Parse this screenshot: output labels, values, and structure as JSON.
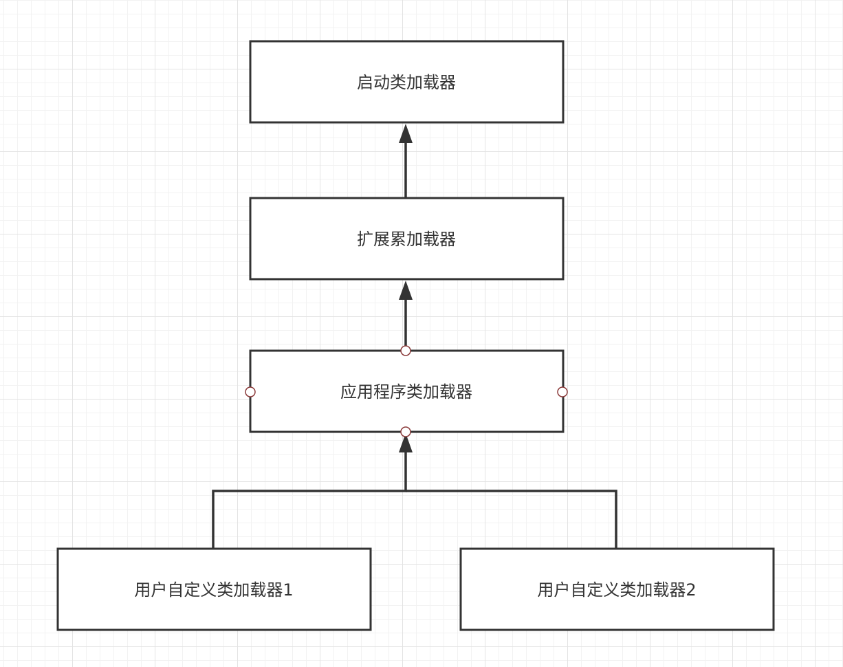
{
  "nodes": {
    "bootstrap": {
      "label": "启动类加载器"
    },
    "extension": {
      "label": "扩展累加载器"
    },
    "application": {
      "label": "应用程序类加载器"
    },
    "custom1": {
      "label": "用户自定义类加载器1"
    },
    "custom2": {
      "label": "用户自定义类加载器2"
    }
  },
  "edges": [
    {
      "from": "extension",
      "to": "bootstrap"
    },
    {
      "from": "application",
      "to": "extension"
    },
    {
      "from": "custom1",
      "to": "application"
    },
    {
      "from": "custom2",
      "to": "application"
    }
  ],
  "colors": {
    "stroke": "#333333",
    "connector": "#8b3a3a",
    "grid_major": "#e3e3e3",
    "grid_minor": "#f2f2f2"
  }
}
